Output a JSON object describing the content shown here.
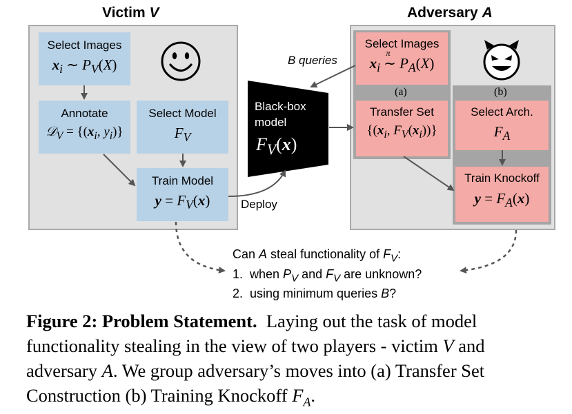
{
  "victim": {
    "title_prefix": "Victim ",
    "title_var": "V",
    "select_images": {
      "label": "Select Images",
      "formula": "𝒙ᵢ ∼ P_V(X)"
    },
    "annotate": {
      "label": "Annotate",
      "formula": "𝒟_V = {(𝒙ᵢ, yᵢ)}"
    },
    "select_model": {
      "label": "Select Model",
      "formula": "F_V"
    },
    "train_model": {
      "label": "Train Model",
      "formula": "𝒚 = F_V(𝒙)"
    },
    "avatar_icon": "smiley-face-icon"
  },
  "blackbox": {
    "label": "Black-box model",
    "formula": "F_V(𝒙)"
  },
  "adversary": {
    "title_prefix": "Adversary ",
    "title_var": "A",
    "select_images": {
      "label": "Select Images",
      "formula": "𝒙ᵢ ∼π P_A(X)"
    },
    "group_a_tag": "(a)",
    "group_b_tag": "(b)",
    "transfer_set": {
      "label": "Transfer Set",
      "formula": "{(𝒙ᵢ, F_V(𝒙ᵢ))}"
    },
    "select_arch": {
      "label": "Select Arch.",
      "formula": "F_A"
    },
    "train_knockoff": {
      "label": "Train Knockoff",
      "formula": "𝒚 = F_A(𝒙)"
    },
    "avatar_icon": "devil-face-icon"
  },
  "edges": {
    "queries_label": "B queries",
    "deploy_label": "Deploy"
  },
  "question": {
    "line1": "Can A steal functionality of F_V:",
    "line2": "1.  when P_V and F_V are unknown?",
    "line3": "2.  using minimum queries B?"
  },
  "caption": {
    "label": "Figure 2: Problem Statement.",
    "text": "Laying out the task of model functionality stealing in the view of two players - victim V and adversary A. We group adversary’s moves into (a) Transfer Set Construction (b) Training Knockoff F_A."
  },
  "colors": {
    "victim_box": "#b7d1e6",
    "adversary_box": "#f4aaa6",
    "panel_bg": "#e1e1e1",
    "blackbox": "#000000",
    "arrow": "#555555"
  }
}
